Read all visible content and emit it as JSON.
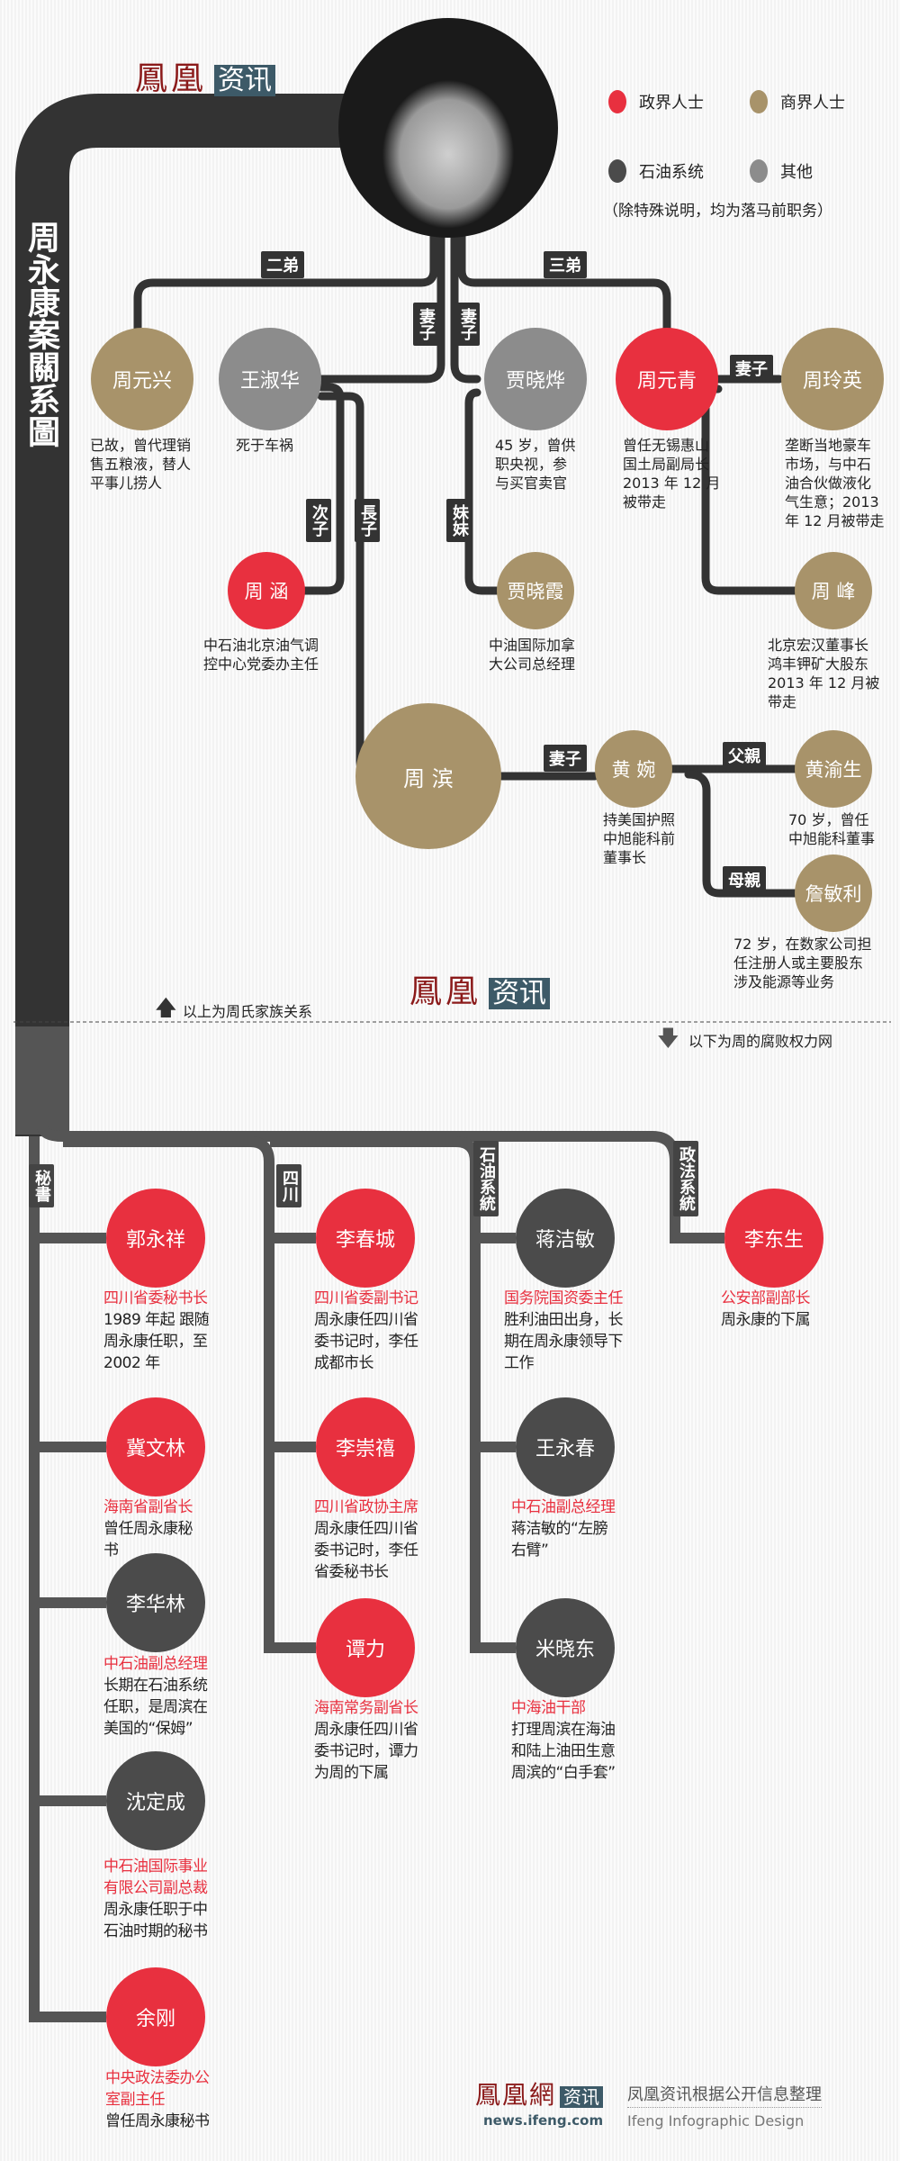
{
  "logo": {
    "brand": "鳳凰",
    "tag": "资讯"
  },
  "title": "周永康案關系圖",
  "legend": {
    "items": [
      {
        "label": "政界人士",
        "color": "#e8303f"
      },
      {
        "label": "商界人士",
        "color": "#a8936a"
      },
      {
        "label": "石油系统",
        "color": "#4b4b4b"
      },
      {
        "label": "其他",
        "color": "#8c8c8c"
      }
    ],
    "note": "（除特殊说明，均为落马前职务）"
  },
  "family": {
    "relations": {
      "second_brother": "二弟",
      "third_brother": "三弟",
      "wife1": "妻子",
      "wife2": "妻子",
      "wife3": "妻子",
      "wife4": "妻子",
      "second_son": "次子",
      "eldest_son": "長子",
      "sister": "妹妹",
      "father": "父親",
      "mother": "母親"
    },
    "people": {
      "zhou_yuanxing": {
        "name": "周元兴",
        "desc": "已故，曾代理销\n售五粮液，替人\n平事儿捞人"
      },
      "wang_shuhua": {
        "name": "王淑华",
        "desc": "死于车祸"
      },
      "jia_xiaoye": {
        "name": "贾晓烨",
        "desc": "45 岁，曾供\n职央视，参\n与买官卖官"
      },
      "zhou_yuanqing": {
        "name": "周元青",
        "desc": "曾任无锡惠山\n国土局副局长\n2013 年 12 月\n被带走"
      },
      "zhou_lingying": {
        "name": "周玲英",
        "desc": "垄断当地豪车\n市场，与中石\n油合伙做液化\n气生意；2013\n年 12 月被带走"
      },
      "zhou_han": {
        "name": "周 涵",
        "desc": "中石油北京油气调\n控中心党委办主任"
      },
      "jia_xiaoxia": {
        "name": "贾晓霞",
        "desc": "中油国际加拿\n大公司总经理"
      },
      "zhou_feng": {
        "name": "周 峰",
        "desc": "北京宏汉董事长\n鸿丰钾矿大股东\n2013 年 12 月被\n带走"
      },
      "zhou_bin": {
        "name": "周 滨"
      },
      "huang_wan": {
        "name": "黄 婉",
        "desc": "持美国护照\n中旭能科前\n董事长"
      },
      "huang_yusheng": {
        "name": "黄渝生",
        "desc": "70 岁，曾任\n中旭能科董事"
      },
      "zhan_minli": {
        "name": "詹敏利",
        "desc": "72 岁，在数家公司担\n任注册人或主要股东\n涉及能源等业务"
      }
    }
  },
  "divider": {
    "above": "以上为周氏家族关系",
    "below": "以下为周的腐败权力网"
  },
  "network": {
    "groups": {
      "secretary": "秘書",
      "sichuan": "四川",
      "oil": "石油系統",
      "law": "政法系統"
    },
    "people": {
      "guo_yongxiang": {
        "name": "郭永祥",
        "title": "四川省委秘书长",
        "desc": "1989 年起 跟随\n周永康任职，至\n2002 年"
      },
      "ji_wenlin": {
        "name": "冀文林",
        "title": "海南省副省长",
        "desc": "曾任周永康秘\n书"
      },
      "li_hualin": {
        "name": "李华林",
        "title": "中石油副总经理",
        "desc": "长期在石油系统\n任职，是周滨在\n美国的“保姆”"
      },
      "shen_dingcheng": {
        "name": "沈定成",
        "title": "中石油国际事业\n有限公司副总裁",
        "desc": "周永康任职于中\n石油时期的秘书"
      },
      "yu_gang": {
        "name": "余刚",
        "title": "中央政法委办公\n室副主任",
        "desc": "曾任周永康秘书"
      },
      "li_chuncheng": {
        "name": "李春城",
        "title": "四川省委副书记",
        "desc": "周永康任四川省\n委书记时，李任\n成都市长"
      },
      "li_chongxi": {
        "name": "李崇禧",
        "title": "四川省政协主席",
        "desc": "周永康任四川省\n委书记时，李任\n省委秘书长"
      },
      "tan_li": {
        "name": "谭力",
        "title": "海南常务副省长",
        "desc": "周永康任四川省\n委书记时，谭力\n为周的下属"
      },
      "jiang_jiemin": {
        "name": "蒋洁敏",
        "title": "国务院国资委主任",
        "desc": "胜利油田出身，长\n期在周永康领导下\n工作"
      },
      "wang_yongchun": {
        "name": "王永春",
        "title": "中石油副总经理",
        "desc": "蒋洁敏的“左膀\n右臂”"
      },
      "mi_xiaodong": {
        "name": "米晓东",
        "title": "中海油干部",
        "desc": "打理周滨在海油\n和陆上油田生意\n周滨的“白手套”"
      },
      "li_dongsheng": {
        "name": "李东生",
        "title": "公安部副部长",
        "desc": "周永康的下属"
      }
    }
  },
  "footer": {
    "brand": "鳳凰網",
    "tag": "资讯",
    "credit": "凤凰资讯根据公开信息整理",
    "url": "news.ifeng.com",
    "design": "Ifeng Infographic Design"
  }
}
